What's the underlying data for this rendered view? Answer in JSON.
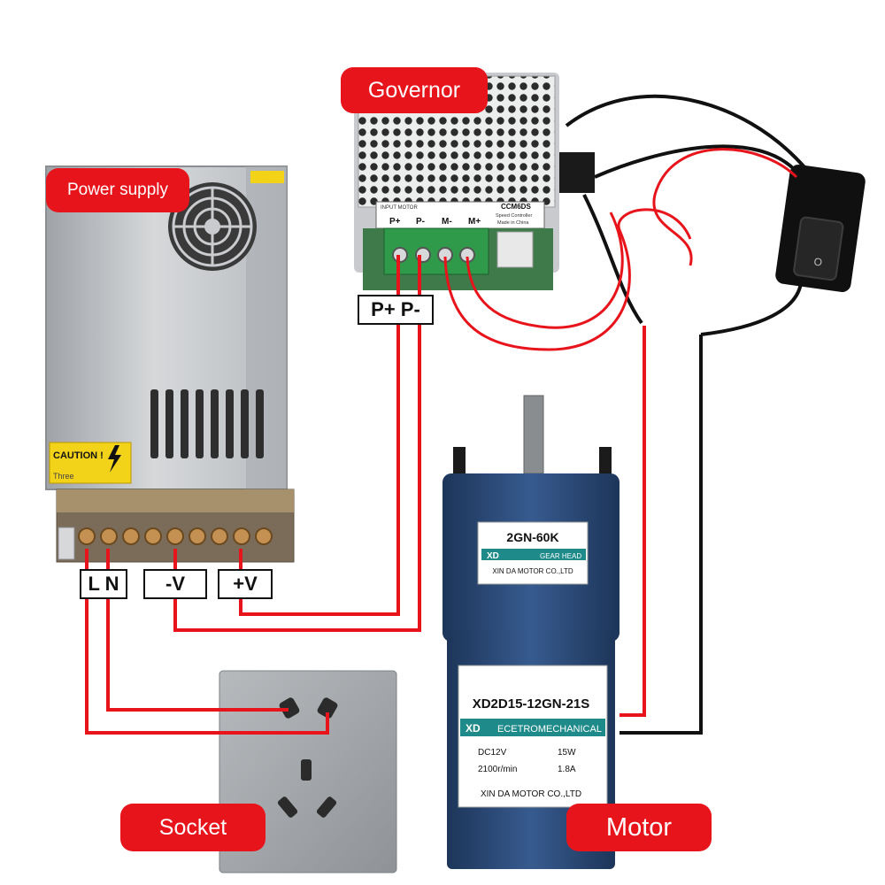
{
  "labels": {
    "power_supply": "Power supply",
    "governor": "Governor",
    "socket": "Socket",
    "motor": "Motor"
  },
  "terminals": {
    "psu_ln": "L N",
    "psu_neg": "-V",
    "psu_pos": "+V",
    "gov_input": "P+ P-"
  },
  "power_supply": {
    "caution": "CAUTION !",
    "warning_fine": "Three"
  },
  "governor": {
    "header": "INPUT  MOTOR",
    "model": "CCM6DS",
    "subtitle": "Speed Controller",
    "made_in": "Made in China",
    "pins": [
      "P+",
      "P-",
      "M-",
      "M+"
    ]
  },
  "motor": {
    "gearhead_model": "2GN-60K",
    "gearhead_brand": "XD",
    "gearhead_strip": "GEAR HEAD",
    "gearhead_maker": "XIN DA MOTOR CO.,LTD",
    "model": "XD2D15-12GN-21S",
    "brand": "XD",
    "strip": "ECETROMECHANICAL",
    "voltage": "DC12V",
    "power": "15W",
    "speed": "2100r/min",
    "current": "1.8A",
    "maker": "XIN DA MOTOR CO.,LTD"
  },
  "colors": {
    "label_bg": "#e8141b",
    "wire_red": "#e8141b",
    "wire_black": "#111111",
    "motor_body": "#2e4d7e"
  }
}
